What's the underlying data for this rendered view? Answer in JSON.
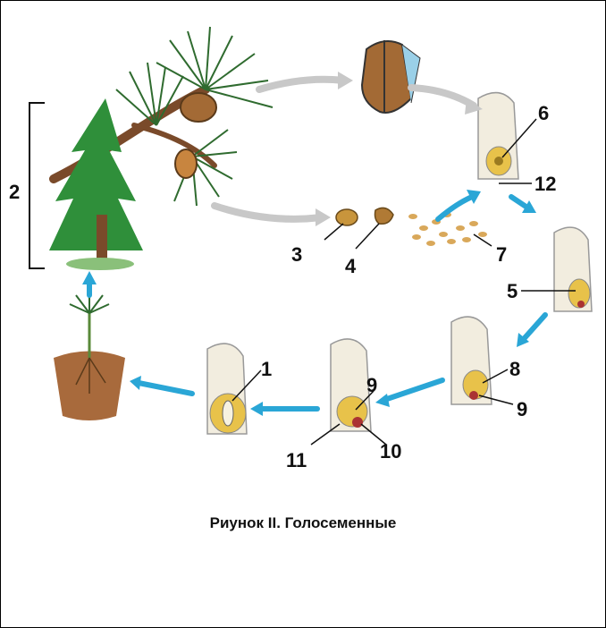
{
  "caption": "Риунок II. Голосеменные",
  "labels": {
    "l1": "1",
    "l2": "2",
    "l3": "3",
    "l4": "4",
    "l5": "5",
    "l6": "6",
    "l7": "7",
    "l8": "8",
    "l9a": "9",
    "l9b": "9",
    "l10": "10",
    "l11": "11",
    "l12": "12"
  },
  "colors": {
    "cycle_arrow": "#2aa6d6",
    "gray_arrow": "#c8c8c8",
    "tree_green": "#2f8f3a",
    "trunk_brown": "#7a4a2a",
    "ovule_yellow": "#e8c24a",
    "seed_tan": "#c8953c",
    "soil": "#a86a3c"
  }
}
